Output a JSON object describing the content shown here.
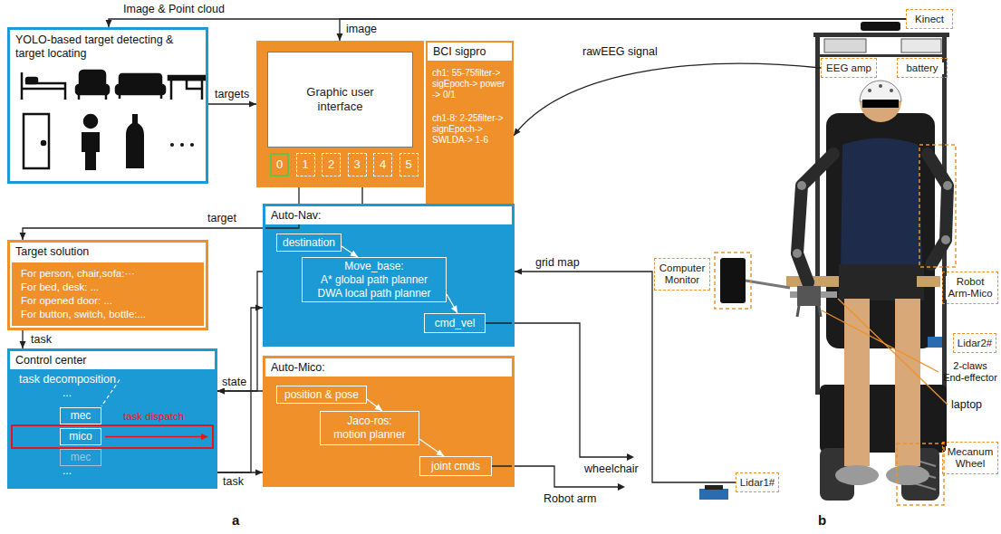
{
  "diagram": {
    "nodes": [
      {
        "text": [
          "YOLO-based target detecting & target locating"
        ]
      },
      {
        "text": [
          "Graphic user interface"
        ]
      },
      {
        "text": [
          "0"
        ],
        "in": 1
      },
      {
        "text": [
          "1"
        ],
        "in": 1
      },
      {
        "text": [
          "2"
        ],
        "in": 1
      },
      {
        "text": [
          "3"
        ],
        "in": 1
      },
      {
        "text": [
          "4"
        ],
        "in": 1
      },
      {
        "text": [
          "5"
        ],
        "in": 1
      },
      {
        "text": [
          "BCI sigpro",
          "ch1: 55-75filter-> sigEpoch-> power -> 0/1",
          "ch1-8: 2-25filter-> signEpoch-> SWLDA-> 1-6"
        ]
      },
      {
        "text": [
          "Target solution",
          "For person, chair,sofa:···",
          "For bed, desk: ...",
          "For opened door: ...",
          "For button, switch, bottle:..."
        ]
      },
      {
        "text": [
          "Auto-Nav:"
        ]
      },
      {
        "text": [
          "destination"
        ],
        "in": 10
      },
      {
        "text": [
          "Move_base:",
          "A* global path planner",
          "DWA local path planner"
        ],
        "in": 10
      },
      {
        "text": [
          "cmd_vel"
        ],
        "in": 10
      },
      {
        "text": [
          "Control center",
          "task decomposition",
          "...",
          "..."
        ]
      },
      {
        "text": [
          "mec"
        ],
        "in": 14
      },
      {
        "text": [
          "mico"
        ],
        "in": 14
      },
      {
        "text": [
          "mec"
        ],
        "in": 14
      },
      {
        "text": [
          "Auto-Mico:"
        ]
      },
      {
        "text": [
          "position & pose"
        ],
        "in": 18
      },
      {
        "text": [
          "Jaco-ros:",
          "motion planner"
        ],
        "in": 18
      },
      {
        "text": [
          "joint cmds"
        ],
        "in": 18
      },
      {
        "text": [
          "Kinect"
        ]
      },
      {
        "text": [
          "EEG amp"
        ]
      },
      {
        "text": [
          "battery"
        ]
      },
      {
        "text": [
          "Computer Monitor"
        ]
      },
      {
        "text": [
          "Robot Arm-Mico"
        ]
      },
      {
        "text": [
          "Lidar2#"
        ]
      },
      {
        "text": [
          "Lidar1#"
        ]
      },
      {
        "text": [
          "Mecanum Wheel"
        ]
      }
    ],
    "edges": [
      {
        "from": 22,
        "to": 0,
        "arrow": "to",
        "label": "Image & Point cloud"
      },
      {
        "from": 22,
        "to": 1,
        "arrow": "to",
        "label": "image"
      },
      {
        "from": 0,
        "to": 1,
        "arrow": "to",
        "label": "targets"
      },
      {
        "from": 23,
        "to": 8,
        "arrow": "to",
        "label": "rawEEG signal"
      },
      {
        "from": 8,
        "to": 1,
        "arrow": "none"
      },
      {
        "from": 1,
        "to": 9,
        "arrow": "to",
        "label": "target"
      },
      {
        "from": 9,
        "to": 14,
        "arrow": "to",
        "label": "task"
      },
      {
        "from": 11,
        "to": 12,
        "arrow": "to"
      },
      {
        "from": 12,
        "to": 13,
        "arrow": "to"
      },
      {
        "from": 19,
        "to": 20,
        "arrow": "to"
      },
      {
        "from": 20,
        "to": 21,
        "arrow": "to"
      },
      {
        "from": 14,
        "to": 10,
        "arrow": "to"
      },
      {
        "from": 14,
        "to": 18,
        "arrow": "to",
        "label": "task"
      },
      {
        "from": 10,
        "to": 14,
        "arrow": "to",
        "label": "state"
      },
      {
        "from": 18,
        "to": 14,
        "arrow": "to"
      },
      {
        "from": 28,
        "to": 10,
        "arrow": "to",
        "label": "grid map"
      }
    ],
    "labels": [
      "task dispatch",
      "wheelchair",
      "Robot arm",
      "a",
      "2-claws End-effector",
      "laptop",
      "b"
    ]
  }
}
